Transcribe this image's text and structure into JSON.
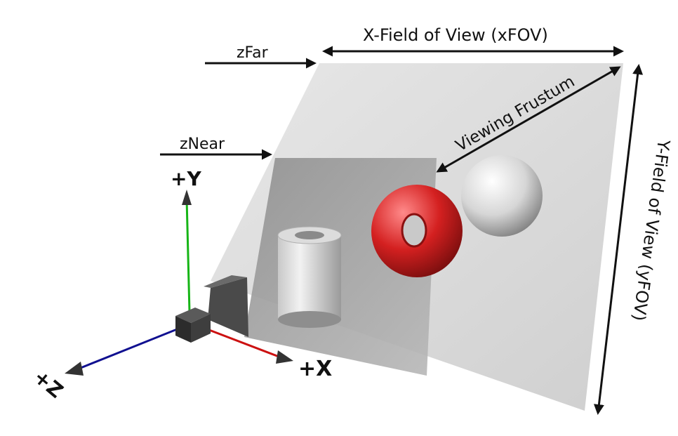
{
  "labels": {
    "zfar": "zFar",
    "znear": "zNear",
    "xfov": "X-Field of View (xFOV)",
    "yfov": "Y-Field of View (yFOV)",
    "frustum": "Viewing Frustum"
  },
  "axes": {
    "x": "+X",
    "y": "+Y",
    "z": "+Z"
  },
  "colors": {
    "x_axis": "#cc1111",
    "y_axis": "#16b516",
    "z_axis": "#101090",
    "torus": "#d42020",
    "far_plane": "#d6d6d6",
    "near_plane": "#9a9a9a"
  }
}
